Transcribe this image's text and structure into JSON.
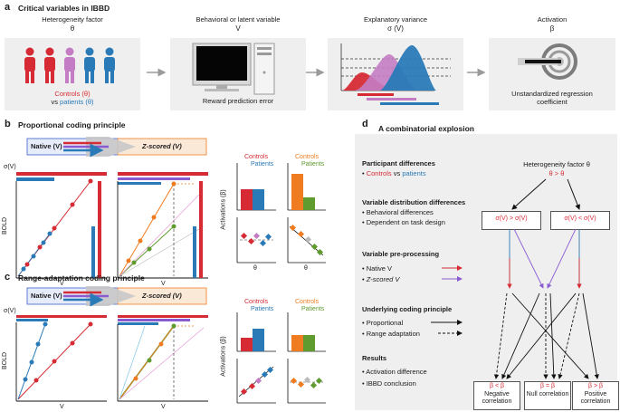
{
  "panel_a": {
    "letter": "a",
    "title": "Critical variables in IBBD",
    "steps": [
      {
        "label": "Heterogeneity factor",
        "symbol": "θ"
      },
      {
        "label": "Behavioral or latent variable",
        "symbol": "V",
        "caption": "Reward prediction error"
      },
      {
        "label": "Explanatory variance",
        "symbol": "σ (V)"
      },
      {
        "label": "Activation",
        "symbol": "β",
        "caption": "Unstandardized regression coefficient"
      }
    ],
    "legend_controls": "Controls (θ)",
    "legend_vs": "vs",
    "legend_patients": "patients (θ)",
    "colors": {
      "controls": "#d62b34",
      "patients": "#2a7ab8",
      "purple": "#c47dc4",
      "orange": "#f07c21",
      "green": "#5f9b2e"
    }
  },
  "panel_b": {
    "letter": "b",
    "title": "Proportional coding principle",
    "native": "Native (V)",
    "zscored": "Z-scored (V)",
    "sigma": "σ(V)",
    "bold": "BOLD",
    "v": "V",
    "activations": "Activations (β)",
    "theta": "θ",
    "controls": "Controls",
    "patients": "Patients"
  },
  "panel_c": {
    "letter": "c",
    "title": "Range-adaptation coding principle",
    "native": "Native (V)",
    "zscored": "Z-scored (V)",
    "sigma": "σ(V)",
    "bold": "BOLD",
    "v": "V",
    "activations": "Activations (β)",
    "theta": "θ",
    "controls": "Controls",
    "patients": "Patients"
  },
  "panel_d": {
    "letter": "d",
    "title": "A combinatorial explosion",
    "participant_header": "Participant differences",
    "participant_controls": "Controls",
    "participant_vs": "vs",
    "participant_patients": "patients",
    "distribution_header": "Variable distribution differences",
    "distribution_items": [
      "Behavioral differences",
      "Dependent on task design"
    ],
    "preprocessing_header": "Variable pre-processing",
    "preprocessing_items": [
      "Native V",
      "Z-scored V"
    ],
    "coding_header": "Underlying coding principle",
    "coding_items": [
      "Proportional",
      "Range adaptation"
    ],
    "results_header": "Results",
    "results_items": [
      "Activation difference",
      "IBBD conclusion"
    ],
    "heterogeneity_label": "Heterogeneity factor θ",
    "theta_condition": "θ > θ",
    "sigma_left": "σ(V) > σ(V)",
    "sigma_right": "σ(V) < σ(V)",
    "outcomes": [
      {
        "beta": "β < β",
        "label": "Negative correlation"
      },
      {
        "beta": "β = β",
        "label": "Null correlation"
      },
      {
        "beta": "β > β",
        "label": "Positive correlation"
      }
    ]
  }
}
